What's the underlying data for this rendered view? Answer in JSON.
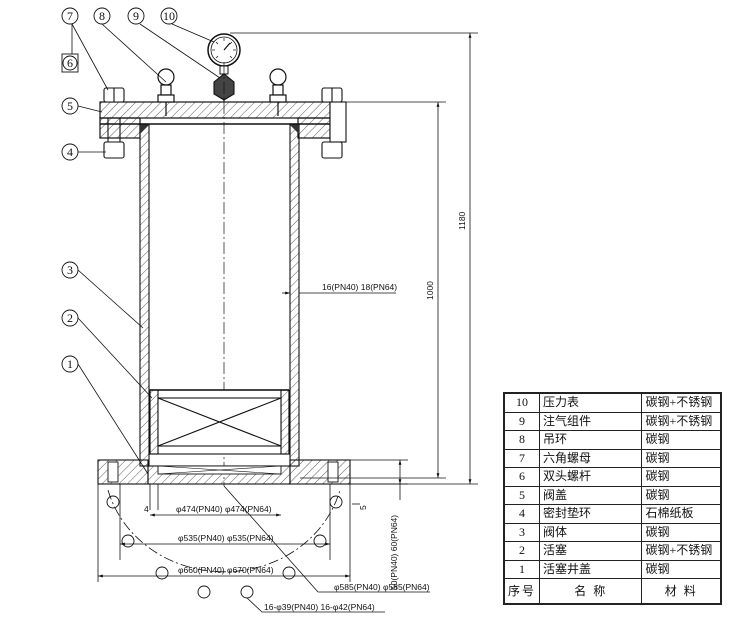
{
  "callouts": [
    "①",
    "②",
    "③",
    "④",
    "⑤",
    "⑥",
    "⑦",
    "⑧",
    "⑨",
    "⑩"
  ],
  "dimensions": {
    "wall": "16(PN40) 18(PN64)",
    "height_inner": "1000",
    "height_total": "1180",
    "small_4": "4",
    "small_5": "5",
    "d474": "φ474(PN40) φ474(PN64)",
    "d535": "φ535(PN40) φ535(PN64)",
    "d660": "φ660(PN40) φ670(PN64)",
    "d585": "φ585(PN40) φ585(PN64)",
    "bolts": "16-φ39(PN40) 16-φ42(PN64)",
    "flange_thk": "50(PN40) 60(PN64)"
  },
  "bom": {
    "rows": [
      {
        "no": "10",
        "name": "压力表",
        "material": "碳钢+不锈钢"
      },
      {
        "no": "9",
        "name": "注气组件",
        "material": "碳钢+不锈钢"
      },
      {
        "no": "8",
        "name": "吊环",
        "material": "碳钢"
      },
      {
        "no": "7",
        "name": "六角螺母",
        "material": "碳钢"
      },
      {
        "no": "6",
        "name": "双头螺杆",
        "material": "碳钢"
      },
      {
        "no": "5",
        "name": "阀盖",
        "material": "碳钢"
      },
      {
        "no": "4",
        "name": "密封垫环",
        "material": "石棉纸板"
      },
      {
        "no": "3",
        "name": "阀体",
        "material": "碳钢"
      },
      {
        "no": "2",
        "name": "活塞",
        "material": "碳钢+不锈钢"
      },
      {
        "no": "1",
        "name": "活塞井盖",
        "material": "碳钢"
      }
    ],
    "header": {
      "no": "序号",
      "name": "名  称",
      "material": "材  料"
    }
  }
}
